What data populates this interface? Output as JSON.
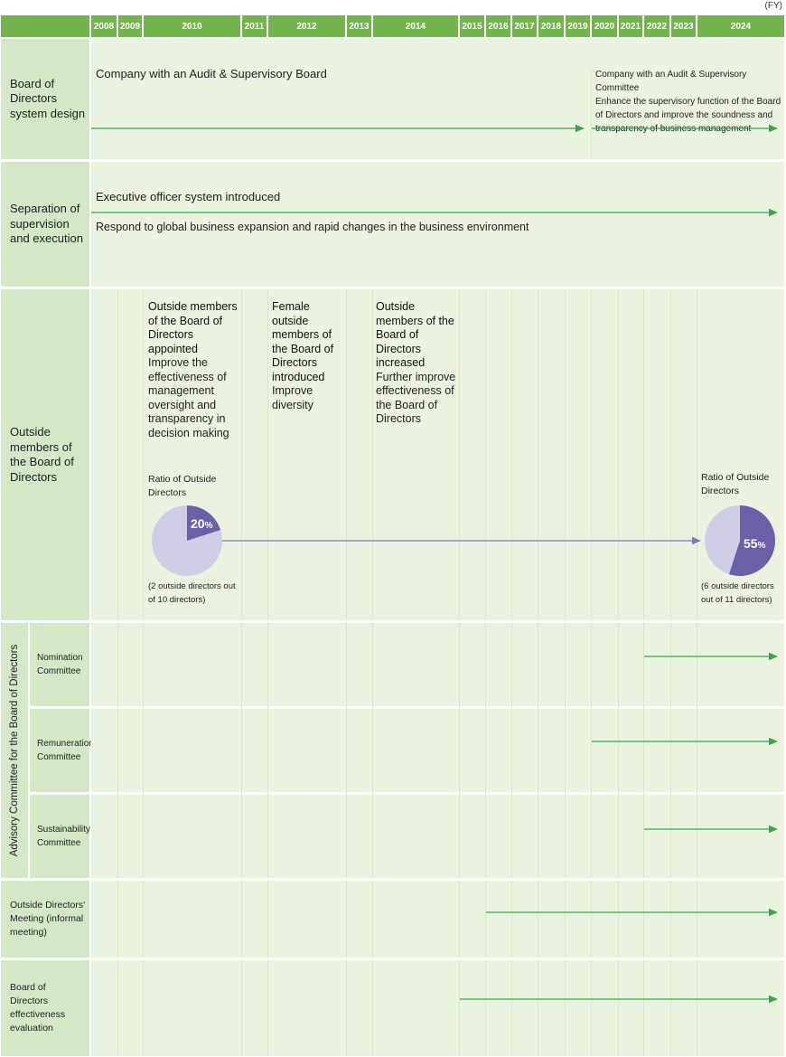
{
  "fy_unit": "(FY)",
  "years": [
    "2008",
    "2009",
    "2010",
    "2011",
    "2012",
    "2013",
    "2014",
    "2015",
    "2016",
    "2017",
    "2018",
    "2019",
    "2020",
    "2021",
    "2022",
    "2023",
    "2024"
  ],
  "rows": {
    "board_design": {
      "label": "Board of Directors system design",
      "note_left": "Company with an Audit & Supervisory Board",
      "note_right_title": "Company with an Audit & Supervisory Committee",
      "note_right_body": "Enhance the supervisory function of the Board of Directors and improve the soundness and transparency of business management"
    },
    "separation": {
      "label": "Separation of supervision and execution",
      "note_title": "Executive officer system introduced",
      "note_body": "Respond to global business expansion and rapid changes in the business environment"
    },
    "outside_members": {
      "label": "Outside members of the Board of Directors",
      "events": [
        {
          "year": "2010",
          "title": "Outside members of the Board of Directors appointed",
          "body": "Improve the effectiveness of management oversight and transparency in decision making"
        },
        {
          "year": "2012",
          "title": "Female outside members of the Board of Directors introduced",
          "body": "Improve diversity"
        },
        {
          "year": "2014",
          "title": "Outside members of the Board of Directors increased",
          "body": "Further improve effectiveness of the Board of Directors"
        }
      ],
      "ratio_2010": {
        "label": "Ratio of Outside Directors",
        "value": 20,
        "value_text": "20",
        "unit": "%",
        "note": "(2 outside directors out of 10 directors)"
      },
      "ratio_2024": {
        "label": "Ratio of Outside Directors",
        "value": 55,
        "value_text": "55",
        "unit": "%",
        "note": "(6 outside directors out of 11 directors)"
      }
    },
    "advisory": {
      "group_label": "Advisory Committee for the Board of Directors",
      "nomination": {
        "label": "Nomination Committee",
        "start": "2022"
      },
      "remuneration": {
        "label": "Remuneration Committee",
        "start": "2020"
      },
      "sustainability": {
        "label": "Sustainability Committee",
        "start": "2022"
      }
    },
    "outside_meeting": {
      "label": "Outside Directors' Meeting (informal meeting)",
      "start": "2016"
    },
    "evaluation": {
      "label": "Board of Directors effectiveness evaluation",
      "start": "2015"
    }
  },
  "colors": {
    "header": "#74b44e",
    "label_cell": "#d4e7c7",
    "timeline_area": "#e9f3df",
    "arrow_green": "#3ca34a",
    "arrow_purple": "#7f78b8",
    "pie_dark": "#6b5fa8",
    "pie_light": "#d0cde6"
  }
}
